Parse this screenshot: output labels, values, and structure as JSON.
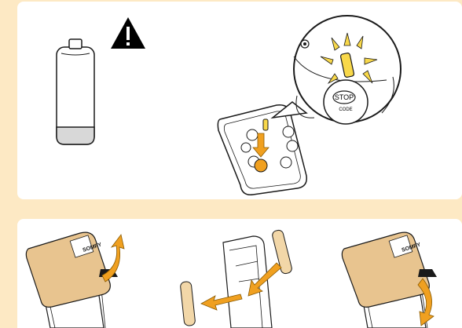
{
  "colors": {
    "background": "#fde9c4",
    "panel": "#ffffff",
    "orange_accent": "#f0a020",
    "yellow_led": "#f8d84a",
    "battery_body": "#f2d7a8",
    "cover": "#e8c48f",
    "outline": "#1a1a1a",
    "gray": "#d8d8d8"
  },
  "remote": {
    "stop_label": "STOP",
    "code_label": "CODE",
    "brand_label": "SOMFY"
  },
  "icons": {
    "warning": "warning-triangle-icon",
    "arrow": "orange-arrow-icon"
  }
}
